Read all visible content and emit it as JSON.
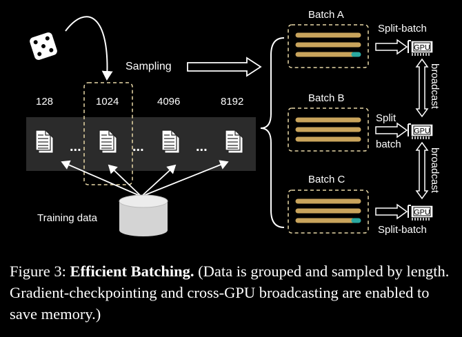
{
  "diagram": {
    "length_labels": [
      "128",
      "1024",
      "4096",
      "8192"
    ],
    "sampling_label": "Sampling",
    "training_data_label": "Training data",
    "ellipsis": "...",
    "batches": [
      {
        "name": "Batch A",
        "split_label": "Split-batch"
      },
      {
        "name": "Batch B",
        "split_label_line1": "Split",
        "split_label_line2": "batch"
      },
      {
        "name": "Batch C",
        "split_label": "Split-batch"
      }
    ],
    "gpu_label": "GPU",
    "broadcast_label": "broadcast",
    "colors": {
      "bar": "#c9a45c",
      "bar_tail": "#2aa9a0",
      "dashed_border": "#e9d9a8",
      "doc_strip": "#2b2b2b"
    }
  },
  "caption": {
    "prefix": "Figure 3: ",
    "title": "Efficient Batching.",
    "body": " (Data is grouped and sampled by length. Gradient-checkpointing and cross-GPU broadcasting are enabled to save memory.)"
  }
}
